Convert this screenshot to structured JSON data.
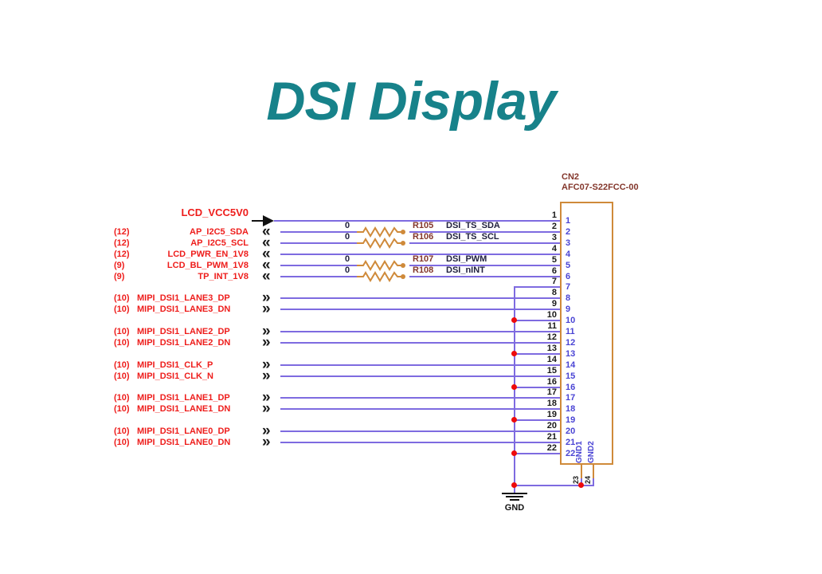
{
  "title": "DSI Display",
  "colors": {
    "title": "#17828a",
    "signal_text": "#ee1d1b",
    "wire": "#7e6be0",
    "connector": "#cf8a3a",
    "pin_name": "#4a44d4",
    "pin_number": "#1a1a1a",
    "refdes": "#83362b",
    "net_text": "#20203f",
    "junction": "#ee0b0b",
    "ground": "#111111"
  },
  "connector": {
    "refdes": "CN2",
    "part_number": "AFC07-S22FCC-00",
    "pin_numbers": [
      "1",
      "2",
      "3",
      "4",
      "5",
      "6",
      "7",
      "8",
      "9",
      "10",
      "11",
      "12",
      "13",
      "14",
      "15",
      "16",
      "17",
      "18",
      "19",
      "20",
      "21",
      "22"
    ],
    "pin_names": [
      "1",
      "2",
      "3",
      "4",
      "5",
      "6",
      "7",
      "8",
      "9",
      "10",
      "11",
      "12",
      "13",
      "14",
      "15",
      "16",
      "17",
      "18",
      "19",
      "20",
      "21",
      "22"
    ],
    "bottom_pins": [
      {
        "number": "23",
        "name": "GND1"
      },
      {
        "number": "24",
        "name": "GND2"
      }
    ]
  },
  "signals": [
    {
      "kind": "power",
      "pin": 1,
      "page": "",
      "name": "LCD_VCC5V0"
    },
    {
      "kind": "control",
      "pin": 2,
      "page": "(12)",
      "name": "AP_I2C5_SDA",
      "resistor": {
        "refdes": "R105",
        "value": "0"
      },
      "net": "DSI_TS_SDA"
    },
    {
      "kind": "control",
      "pin": 3,
      "page": "(12)",
      "name": "AP_I2C5_SCL",
      "resistor": {
        "refdes": "R106",
        "value": "0"
      },
      "net": "DSI_TS_SCL"
    },
    {
      "kind": "control",
      "pin": 4,
      "page": "(12)",
      "name": "LCD_PWR_EN_1V8"
    },
    {
      "kind": "control",
      "pin": 5,
      "page": "(9)",
      "name": "LCD_BL_PWM_1V8",
      "resistor": {
        "refdes": "R107",
        "value": "0"
      },
      "net": "DSI_PWM"
    },
    {
      "kind": "control",
      "pin": 6,
      "page": "(9)",
      "name": "TP_INT_1V8",
      "resistor": {
        "refdes": "R108",
        "value": "0"
      },
      "net": "DSI_nINT"
    },
    {
      "kind": "mipi",
      "pin": 8,
      "page": "(10)",
      "name": "MIPI_DSI1_LANE3_DP"
    },
    {
      "kind": "mipi",
      "pin": 9,
      "page": "(10)",
      "name": "MIPI_DSI1_LANE3_DN"
    },
    {
      "kind": "mipi",
      "pin": 11,
      "page": "(10)",
      "name": "MIPI_DSI1_LANE2_DP"
    },
    {
      "kind": "mipi",
      "pin": 12,
      "page": "(10)",
      "name": "MIPI_DSI1_LANE2_DN"
    },
    {
      "kind": "mipi",
      "pin": 14,
      "page": "(10)",
      "name": "MIPI_DSI1_CLK_P"
    },
    {
      "kind": "mipi",
      "pin": 15,
      "page": "(10)",
      "name": "MIPI_DSI1_CLK_N"
    },
    {
      "kind": "mipi",
      "pin": 17,
      "page": "(10)",
      "name": "MIPI_DSI1_LANE1_DP"
    },
    {
      "kind": "mipi",
      "pin": 18,
      "page": "(10)",
      "name": "MIPI_DSI1_LANE1_DN"
    },
    {
      "kind": "mipi",
      "pin": 20,
      "page": "(10)",
      "name": "MIPI_DSI1_LANE0_DP"
    },
    {
      "kind": "mipi",
      "pin": 21,
      "page": "(10)",
      "name": "MIPI_DSI1_LANE0_DN"
    }
  ],
  "ground": {
    "label": "GND",
    "bus_pins": [
      7,
      10,
      13,
      16,
      19,
      22
    ]
  },
  "icons": {
    "power_arrow": "power-arrow-icon",
    "offpage_in": "«",
    "offpage_out": "»"
  }
}
